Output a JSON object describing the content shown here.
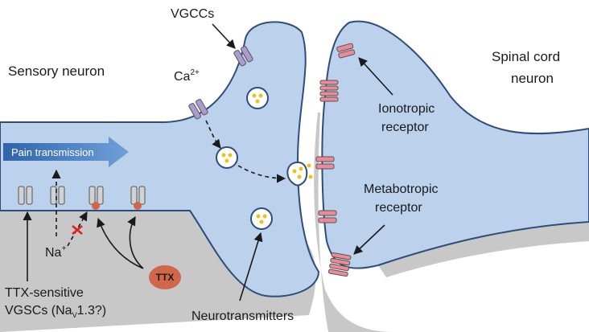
{
  "labels": {
    "sensory_neuron": "Sensory neuron",
    "spinal_cord_line1": "Spinal cord",
    "spinal_cord_line2": "neuron",
    "vgccs": "VGCCs",
    "ca_base": "Ca",
    "ca_charge": "2+",
    "pain_transmission": "Pain transmission",
    "ionotropic_line1": "Ionotropic",
    "ionotropic_line2": "receptor",
    "metabotropic_line1": "Metabotropic",
    "metabotropic_line2": "receptor",
    "na_base": "Na",
    "na_charge": "+",
    "ttx": "TTX",
    "ttx_sensitive_line1": "TTX-sensitive",
    "ttx_sensitive_line2_a": "VGSCs (Na",
    "ttx_sensitive_line2_sub": "V",
    "ttx_sensitive_line2_b": "1.3?)",
    "neurotransmitters": "Neurotransmitters"
  },
  "colors": {
    "membrane_fill": "#bcd1ec",
    "membrane_stroke": "#2e4d7a",
    "shadow": "#c8c8c8",
    "channel_grey": "#d2d2d2",
    "vgcc_purple": "#ac9bd1",
    "receptor_pink": "#ec8a97",
    "ttx_orange": "#d2664b",
    "vesicle_dot": "#f0c020",
    "arrow_blue": "#4a80c0",
    "block_red": "#e02020"
  }
}
